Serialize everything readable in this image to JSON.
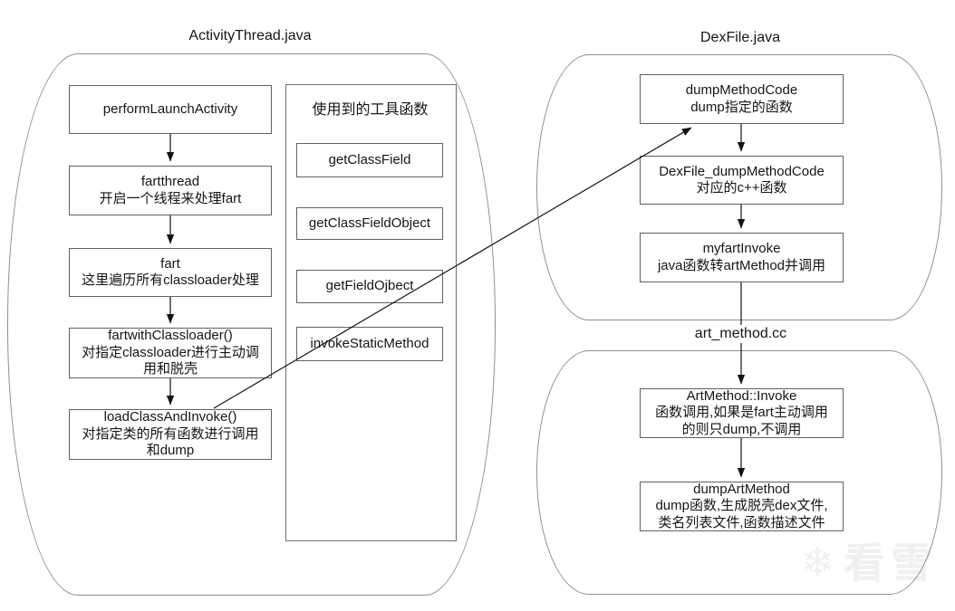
{
  "diagram": {
    "colors": {
      "box_border": "#616161",
      "container_border": "#8f8f8f",
      "arrow": "#141414",
      "text": "#161616",
      "watermark": "#f0f0f0"
    },
    "containers": {
      "activity_thread": {
        "title": "ActivityThread.java"
      },
      "dex_file": {
        "title": "DexFile.java"
      },
      "art_method": {
        "title": "art_method.cc"
      }
    },
    "left_flow": [
      {
        "text": "performLaunchActivity"
      },
      {
        "text": "fartthread\n开启一个线程来处理fart"
      },
      {
        "text": "fart\n这里遍历所有classloader处理"
      },
      {
        "text": "fartwithClassloader()\n对指定classloader进行主动调\n用和脱壳"
      },
      {
        "text": "loadClassAndInvoke()\n对指定类的所有函数进行调用\n和dump"
      }
    ],
    "tools": {
      "title": "使用到的工具函数",
      "items": [
        {
          "text": "getClassField"
        },
        {
          "text": "getClassFieldObject"
        },
        {
          "text": "getFieldOjbect"
        },
        {
          "text": "invokeStaticMethod"
        }
      ]
    },
    "dex_flow": [
      {
        "text": "dumpMethodCode\ndump指定的函数"
      },
      {
        "text": "DexFile_dumpMethodCode\n对应的c++函数"
      },
      {
        "text": "myfartInvoke\njava函数转artMethod并调用"
      }
    ],
    "art_flow": [
      {
        "text": "ArtMethod::Invoke\n函数调用,如果是fart主动调用\n的则只dump,不调用"
      },
      {
        "text": "dumpArtMethod\ndump函数,生成脱壳dex文件,\n类名列表文件,函数描述文件"
      }
    ],
    "watermark": {
      "icon": "❄",
      "text": "看雪"
    }
  }
}
